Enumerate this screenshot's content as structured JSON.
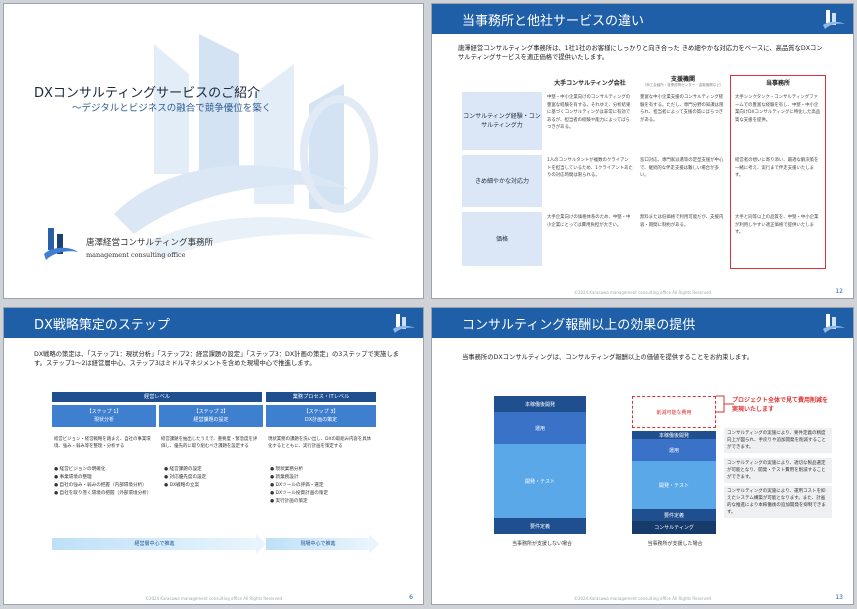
{
  "slide1": {
    "title": "DXコンサルティングサービスのご紹介",
    "subtitle": "〜デジタルとビジネスの融合で競争優位を築く",
    "company": "唐澤経営コンサルティング事務所",
    "company_en": "management consulting office"
  },
  "slide2": {
    "header": "当事務所と他社サービスの違い",
    "lead": "唐澤経営コンサルティング事務所は、1社1社のお客様にしっかりと向き合った きめ細やかな対応力をベースに、高品質なDXコンサルティングサービスを適正価格で提供いたします。",
    "columns": [
      {
        "label": "大手コンサルティング会社",
        "sub": ""
      },
      {
        "label": "支援機関",
        "sub": "（商工会議所・産業振興センター・金融機関など）"
      },
      {
        "label": "当事務所",
        "sub": ""
      }
    ],
    "rows": [
      {
        "label": "コンサルティング経験・コンサルティング力",
        "cells": [
          "中堅・中小企業向けのコンサルティングの豊富な経験を有する。それゆえ、分析結果に基づくコンサルティングは非常に有効であるが、担当者の経験や能力によってばらつきがある。",
          "豊富な中小企業支援のコンサルティング経験を有する。ただし、専門分野の知識は限られ、担当者によって支援の質にばらつきがある。",
          "大手シンクタンク・コンサルティングファームでの豊富な経験を有し、中堅・中小企業向けDXコンサルティングに特化した高品質な支援を提供。"
        ]
      },
      {
        "label": "きめ細やかな対応力",
        "cells": [
          "1人のコンサルタントが複数のクライアントを担当しているため、1クライアントあたりの対応時間は限られる。",
          "窓口対応、専門家派遣等の定型支援が中心で、継続的な伴走支援は難しい場合が多い。",
          "経営者の想いに寄り添い、最適な解決策を一緒に考え、実行まで伴走支援いたします。"
        ]
      },
      {
        "label": "価格",
        "cells": [
          "大手企業向けの価格体系のため、中堅・中小企業にとっては費用負担が大きい。",
          "無料または低価格で利用可能だが、支援内容・期間に制約がある。",
          "大手と同等以上の品質を、中堅・中小企業が利用しやすい適正価格で提供いたします。"
        ]
      }
    ],
    "footer": "©2024 Karasawa management consulting office All Rights Reserved",
    "page": "12"
  },
  "slide3": {
    "header": "DX戦略策定のステップ",
    "lead": "DX戦略の策定は、「ステップ1：現状分析」「ステップ2：経営課題の設定」「ステップ3：DX計画の策定」の3ステップで実施します。ステップ1〜2は経営層中心、ステップ3はミドルマネジメントを含めた現場中心で推進します。",
    "levels": [
      "経営レベル",
      "業務プロセス・ITレベル"
    ],
    "steps": [
      {
        "label": "【ステップ 1】",
        "name": "現状分析",
        "desc": "経営ビジョン・経営戦略を踏まえ、自社の事業環境、強み・弱み等を整理・分析する",
        "items": [
          "経営ビジョンの明確化",
          "事業環境の整理",
          "自社の強み・弱みの把握（内部環境分析）",
          "自社を取り巻く環境の把握（外部環境分析）"
        ]
      },
      {
        "label": "【ステップ 2】",
        "name": "経営課題の設定",
        "desc": "経営課題を抽出したうえで、重要度・緊急度を評価し、優先的に取り組むべき課題を設定する",
        "items": [
          "経営課題の設定",
          "対応優先度の設定",
          "DX戦略の立案"
        ]
      },
      {
        "label": "【ステップ 3】",
        "name": "DX計画の策定",
        "desc": "現状業務の課題を洗い出し、DXの取組み内容を具体化するとともに、実行計画を策定する",
        "items": [
          "現状業務分析",
          "新業務設計",
          "DXツールの評価・選定",
          "DXツール投資計画の策定",
          "実行計画の策定"
        ]
      }
    ],
    "arrows": [
      "経営層中心で推進",
      "現場中心で推進"
    ],
    "footer": "©2024 Karasawa management consulting office All Rights Reserved",
    "page": "6"
  },
  "slide4": {
    "header": "コンサルティング報酬以上の効果の提供",
    "lead": "当事務所のDXコンサルティングは、コンサルティング報酬以上の価値を提供することをお約束します。",
    "callout": "プロジェクト全体で見て費用削減を実現いたします",
    "left_bar": {
      "label": "当事務所が支援しない場合",
      "segments": [
        "本稼働後開発",
        "運用",
        "開発・テスト",
        "要件定義"
      ]
    },
    "right_bar": {
      "label": "当事務所が支援した場合",
      "segments": [
        "削減可能な費用",
        "本稼働後開発",
        "運用",
        "開発・テスト",
        "要件定義",
        "コンサルティング"
      ]
    },
    "notes": [
      "コンサルティングの実施により、要件定義の精度向上が図られ、手戻りや追加開発を削減することができます。",
      "コンサルティングの実施により、適切な製品選定が可能となり、開発・テスト費用を削減することができます。",
      "コンサルティングの実施により、運用コストを抑えたシステム構築が可能となります。また、計画的な推進により本稼働後の追加開発を抑制できます。"
    ],
    "footer": "©2024 Karasawa management consulting office All Rights Reserved",
    "page": "13"
  },
  "colors": {
    "primary": "#1f5fa8",
    "dark": "#1f4f8f",
    "accent_red": "#d33333"
  }
}
